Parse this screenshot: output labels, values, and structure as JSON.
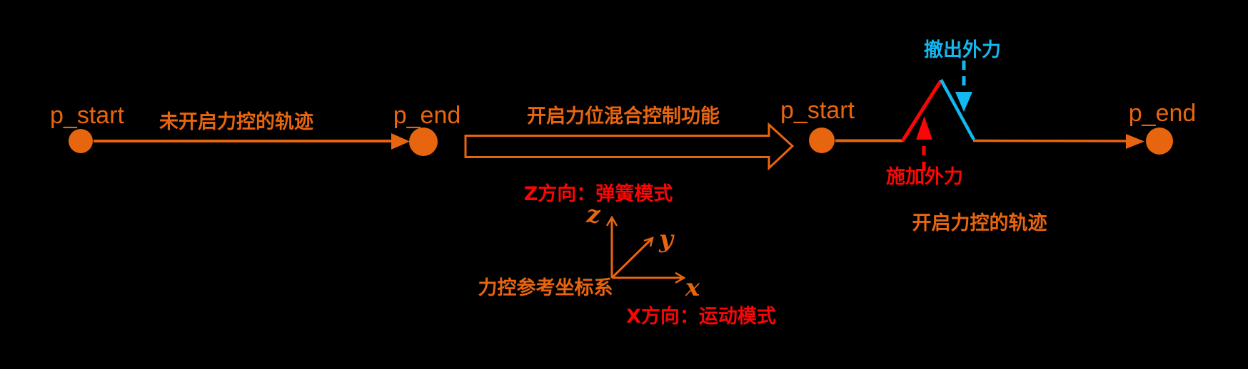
{
  "colors": {
    "background": "#000000",
    "orange": "#E7650F",
    "red": "#F90606",
    "cyan": "#14B8F0"
  },
  "left_section": {
    "start_label": "p_start",
    "end_label": "p_end",
    "trajectory_label": "未开启力控的轨迹"
  },
  "transition": {
    "label": "开启力位混合控制功能"
  },
  "coordinate_frame": {
    "title": "力控参考坐标系",
    "z_mode_label": "Z方向：弹簧模式",
    "x_mode_label": "X方向：运动模式",
    "axis_z": "z",
    "axis_y": "y",
    "axis_x": "x"
  },
  "right_section": {
    "start_label": "p_start",
    "end_label": "p_end",
    "apply_force_label": "施加外力",
    "withdraw_force_label": "撤出外力",
    "trajectory_label": "开启力控的轨迹"
  }
}
